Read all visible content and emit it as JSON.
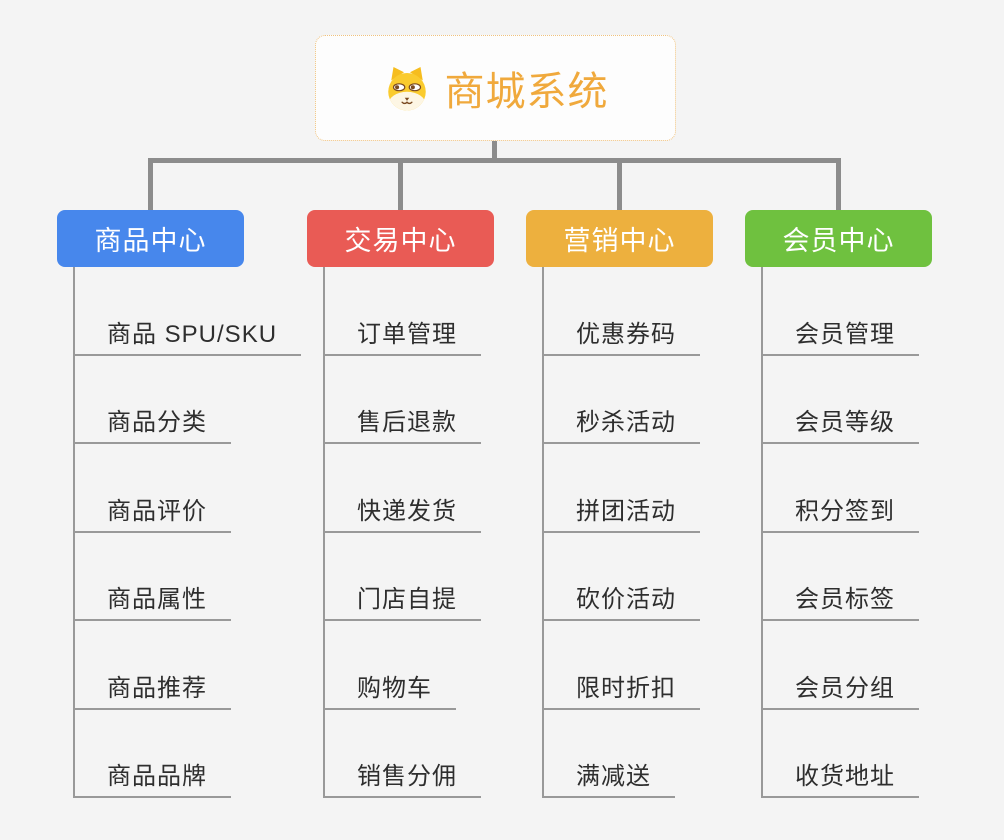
{
  "root": {
    "title": "商城系统",
    "icon": "dog-face-icon",
    "accent_color": "#F0A93C",
    "border_color": "#F0C27E"
  },
  "connector_color": "#8C8C8C",
  "branches": [
    {
      "label": "商品中心",
      "color": "#4787EC",
      "items": [
        "商品 SPU/SKU",
        "商品分类",
        "商品评价",
        "商品属性",
        "商品推荐",
        "商品品牌"
      ]
    },
    {
      "label": "交易中心",
      "color": "#E95B55",
      "items": [
        "订单管理",
        "售后退款",
        "快递发货",
        "门店自提",
        "购物车",
        "销售分佣"
      ]
    },
    {
      "label": "营销中心",
      "color": "#EDB03E",
      "items": [
        "优惠券码",
        "秒杀活动",
        "拼团活动",
        "砍价活动",
        "限时折扣",
        "满减送"
      ]
    },
    {
      "label": "会员中心",
      "color": "#6FC13F",
      "items": [
        "会员管理",
        "会员等级",
        "积分签到",
        "会员标签",
        "会员分组",
        "收货地址"
      ]
    }
  ]
}
